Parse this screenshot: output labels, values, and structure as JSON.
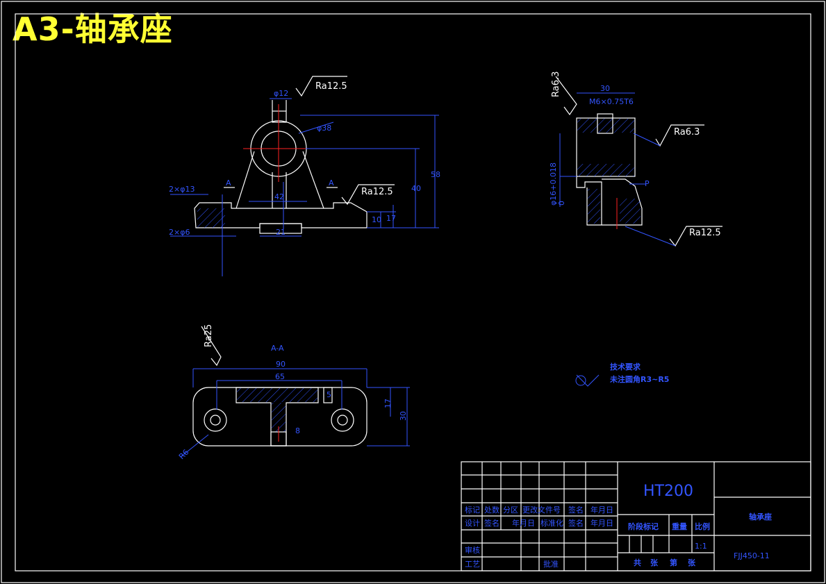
{
  "title": "A3-轴承座",
  "roughness": {
    "ra_top": "Ra12.5",
    "ra_right_front": "Ra12.5",
    "ra_side_top": "Ra6.3",
    "ra_side_right": "Ra6.3",
    "ra_side_bottom": "Ra12.5",
    "ra_section": "Ra25"
  },
  "dims": {
    "phi12": "φ12",
    "phi38": "φ38",
    "d58": "58",
    "d40": "40",
    "holes13": "2×φ13",
    "holes6": "2×φ6",
    "d42": "42",
    "d21": "21",
    "d10": "10",
    "d17": "17",
    "section_label": "A-A",
    "sec_mark_l": "A",
    "sec_mark_r": "A",
    "s90": "90",
    "s65": "65",
    "s17": "17",
    "s30": "30",
    "s5": "5",
    "s8": "8",
    "sR6": "R6",
    "side30": "30",
    "thread": "M6×0.75T6",
    "side_tol": "φ16+0.018",
    "side_tol0": "0",
    "side_p": "P"
  },
  "notes": {
    "tech_title": "技术要求",
    "tech_item": "未注圆角R3~R5"
  },
  "title_block": {
    "material": "HT200",
    "part_name": "轴承座",
    "drawing_no": "FJJ450-11",
    "scale": "1:1",
    "rows": {
      "r1": [
        "标记",
        "处数",
        "分区",
        "更改文件号",
        "签名",
        "年月日"
      ],
      "r2": [
        "设计",
        "签名",
        "年月日",
        "标准化",
        "签名",
        "年月日"
      ],
      "r3": [
        "审核"
      ],
      "r4": [
        "工艺",
        "批准"
      ]
    },
    "stage": "阶段标记",
    "weight": "重量",
    "ratio": "比例",
    "sheets": [
      "共",
      "张",
      "第",
      "张"
    ]
  }
}
